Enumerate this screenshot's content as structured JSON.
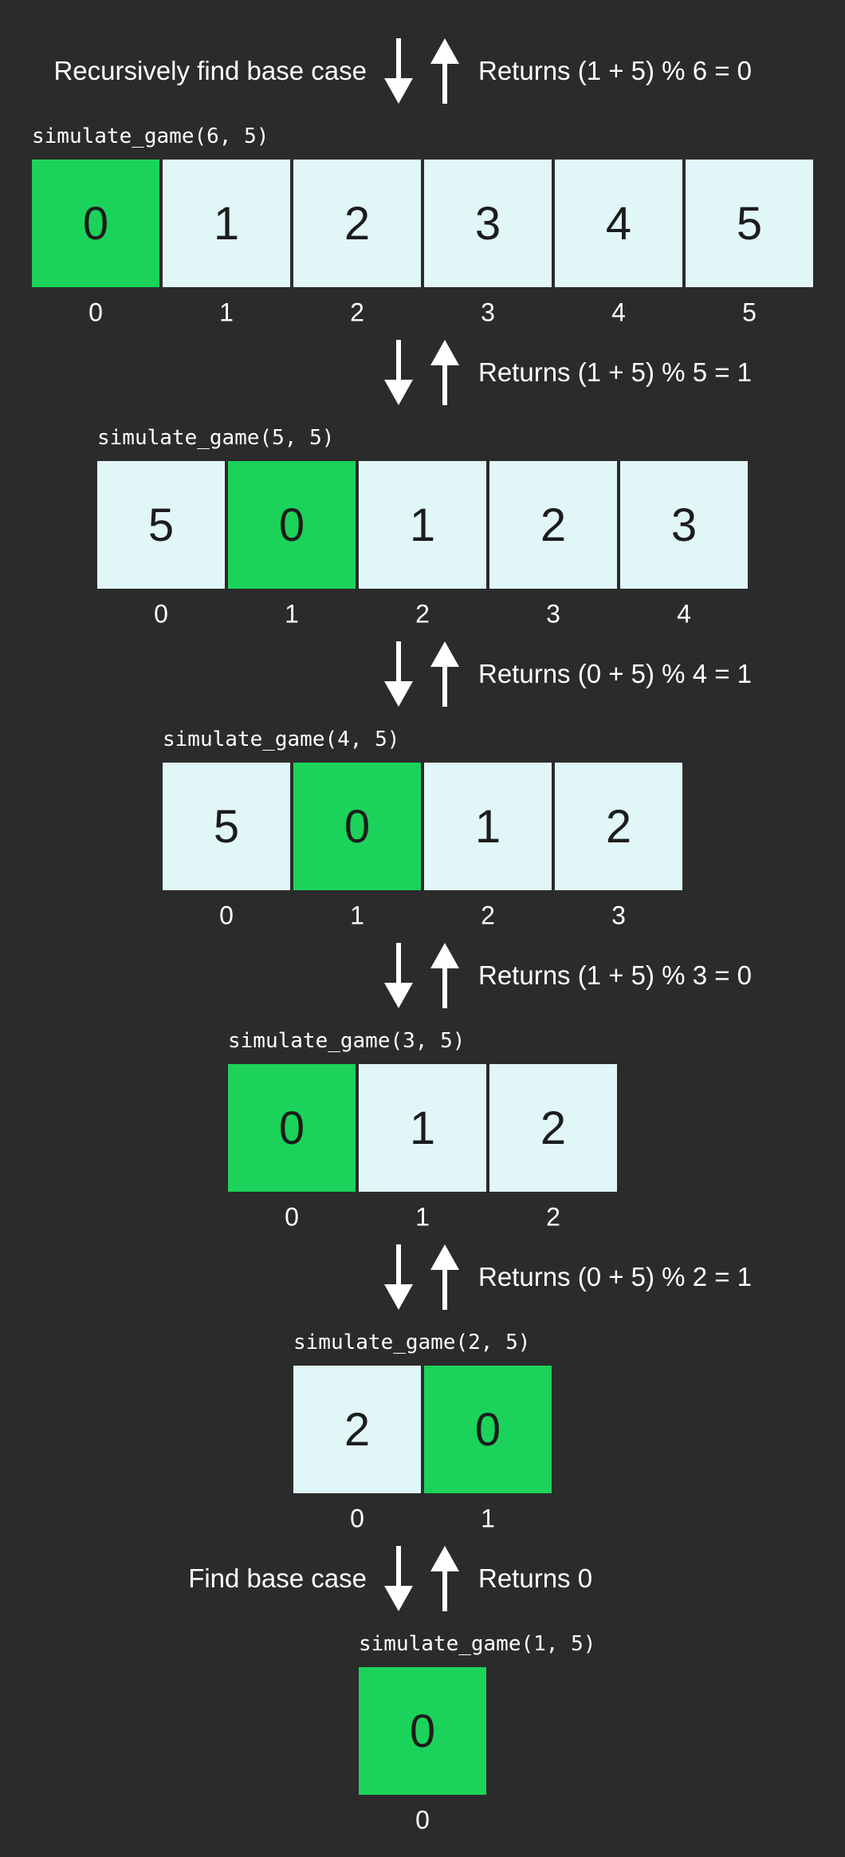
{
  "colors": {
    "background": "#2b2b2b",
    "cell_normal": "#e1f7f7",
    "cell_active": "#1bd35a",
    "text_light": "#ffffff",
    "text_dark": "#1c1c1c"
  },
  "steps": [
    {
      "call": "simulate_game(6, 5)",
      "down_label": "Recursively find base case",
      "up_label": "Returns (1 + 5) % 6 = 0",
      "cells": [
        "0",
        "1",
        "2",
        "3",
        "4",
        "5"
      ],
      "indices": [
        "0",
        "1",
        "2",
        "3",
        "4",
        "5"
      ],
      "active": 0
    },
    {
      "call": "simulate_game(5, 5)",
      "down_label": "",
      "up_label": "Returns (1 + 5) % 5 = 1",
      "cells": [
        "5",
        "0",
        "1",
        "2",
        "3"
      ],
      "indices": [
        "0",
        "1",
        "2",
        "3",
        "4"
      ],
      "active": 1
    },
    {
      "call": "simulate_game(4, 5)",
      "down_label": "",
      "up_label": "Returns (0 + 5) % 4 = 1",
      "cells": [
        "5",
        "0",
        "1",
        "2"
      ],
      "indices": [
        "0",
        "1",
        "2",
        "3"
      ],
      "active": 1
    },
    {
      "call": "simulate_game(3, 5)",
      "down_label": "",
      "up_label": "Returns (1 + 5) % 3 = 0",
      "cells": [
        "0",
        "1",
        "2"
      ],
      "indices": [
        "0",
        "1",
        "2"
      ],
      "active": 0
    },
    {
      "call": "simulate_game(2, 5)",
      "down_label": "",
      "up_label": "Returns (0 + 5) % 2 = 1",
      "cells": [
        "2",
        "0"
      ],
      "indices": [
        "0",
        "1"
      ],
      "active": 1
    },
    {
      "call": "simulate_game(1, 5)",
      "down_label": "Find base case",
      "up_label": "Returns 0",
      "cells": [
        "0"
      ],
      "indices": [
        "0"
      ],
      "active": 0
    }
  ]
}
